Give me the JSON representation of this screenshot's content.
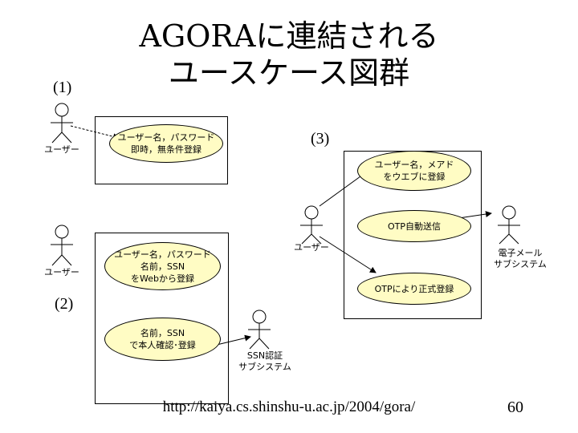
{
  "slide": {
    "title_line1": "AGORAに連結される",
    "title_line2": "ユースケース図群",
    "url": "http://kaiya.cs.shinshu-u.ac.jp/2004/gora/",
    "page_number": "60"
  },
  "sections": {
    "s1": "(1)",
    "s2": "(2)",
    "s3": "(3)"
  },
  "actors": {
    "user1": "ユーザー",
    "user2": "ユーザー",
    "user3": "ユーザー",
    "ssn": "SSN認証\nサブシステム",
    "email": "電子メール\nサブシステム"
  },
  "usecases": {
    "uc1": "ユーザー名，パスワード\n即時，無条件登録",
    "uc2a": "ユーザー名，パスワード\n名前，SSN\nをWebから登録",
    "uc2b": "名前，SSN\nで本人確認･登録",
    "uc3a": "ユーザー名，メアド\nをウエブに登録",
    "uc3b": "OTP自動送信",
    "uc3c": "OTPにより正式登録"
  },
  "colors": {
    "usecase_fill": "#fffcc4",
    "line": "#000000"
  }
}
